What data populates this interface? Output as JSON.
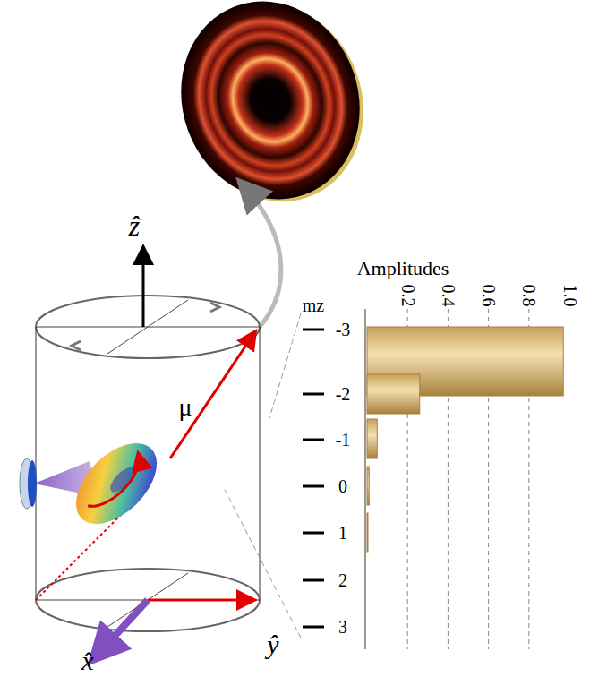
{
  "diagram": {
    "labels": [
      "ẑ",
      "⟨μ⃗⟩",
      "x̂",
      "ŷ",
      "Amplitudes",
      "0.2",
      "0.4",
      "0.6",
      "0.8",
      "1.0",
      "mz",
      "-3",
      "-2",
      "-1",
      "0",
      "1",
      "2",
      "3"
    ]
  }
}
